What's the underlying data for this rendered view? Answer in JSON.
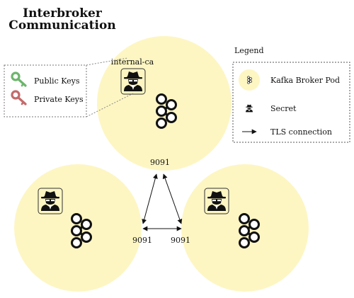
{
  "title": {
    "line1": "Interbroker",
    "line2": "Communication"
  },
  "legend": {
    "heading": "Legend",
    "items": [
      {
        "icon": "kafka-broker-pod-icon",
        "label": "Kafka Broker Pod"
      },
      {
        "icon": "secret-icon",
        "label": "Secret"
      },
      {
        "icon": "tls-arrow-icon",
        "label": "TLS connection"
      }
    ]
  },
  "keys_box": {
    "items": [
      {
        "icon": "public-key-icon",
        "label": "Public Keys",
        "color": "#6db56d"
      },
      {
        "icon": "private-key-icon",
        "label": "Private Keys",
        "color": "#c46a6a"
      }
    ]
  },
  "secret_label": "internal-ca",
  "ports": {
    "top": "9091",
    "bottom_left": "9091",
    "bottom_right": "9091"
  },
  "colors": {
    "broker_fill": "#fdf6c3",
    "secret_border": "#333333"
  }
}
